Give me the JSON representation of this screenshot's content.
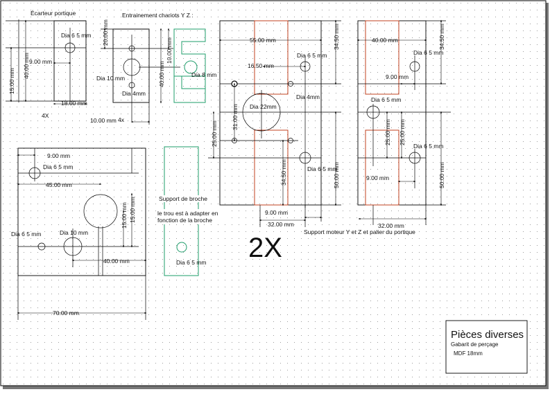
{
  "titles": {
    "ecarteur": "Écarteur portique",
    "entrainement": "Entrainement chariots  Y Z :",
    "support_broche": "Support de broche",
    "note_broche_1": "le trou est à adapter en",
    "note_broche_2": "fonction de la broche",
    "support_moteur": "Support moteur Y et Z  et palier du portique",
    "multiplier_2x": "2X",
    "qty_4x_a": "4X",
    "qty_4x_b": "4x"
  },
  "cartouche": {
    "title": "Pièces diverses",
    "line1": "Gabarit de perçage",
    "line2": "MDF 18mm"
  },
  "dims": {
    "e_dia": "Dia 6 5 mm",
    "e_w9": "9.00 mm",
    "e_h15": "15.00 mm",
    "e_h40": "40.00 mm",
    "e_w18": "18.00 mm",
    "c_h20": "20.00 mm",
    "c_dia10": "Dia 10 mm",
    "c_dia4": "Dia 4mm",
    "c_h40": "40.00 mm",
    "c_h10": "10.00 mm",
    "c_w10": "10.00 mm",
    "c_dia8": "Dia 8 mm",
    "p_w9": "9.00 mm",
    "p_dia_top": "Dia 6 5 mm",
    "p_w45": "45.00 mm",
    "p_h15a": "15.00 mm",
    "p_h15b": "15.00 mm",
    "p_dia_left": "Dia 6 5 mm",
    "p_dia10": "Dia 10 mm",
    "p_w40": "40.00 mm",
    "p_w70": "70.00 mm",
    "s_dia": "Dia 6 5 mm",
    "m_w55": "55.00 mm",
    "m_h34": "34.50 mm",
    "m_dia_top": "Dia 6 5 mm",
    "m_w1650": "16.50 mm",
    "m_dia4": "Dia 4mm",
    "m_dia22": "Dia 22mm",
    "m_h31": "31.00 mm",
    "m_h25": "25.00 mm",
    "m_h3450": "34.50 mm",
    "m_dia_bot": "Dia 6 5 mm",
    "m_h50": "50.00 mm",
    "m_w9": "9.00 mm",
    "m_w32": "32.00 mm",
    "r_w40": "40.00 mm",
    "r_h3450": "34.50 mm",
    "r_dia_a": "Dia 6 5 mm",
    "r_w9a": "9.00 mm",
    "r_dia_b": "Dia 6 5 mm",
    "r_h25a": "25.00 mm",
    "r_h25b": "25.00 mm",
    "r_dia_c": "Dia 6 5 mm",
    "r_w9b": "9.00 mm",
    "r_h50": "50.00 mm",
    "r_w32": "32.00 mm"
  },
  "colors": {
    "background": "#ffffff",
    "grid_dot": "#9a9a9a",
    "ink": "#000000",
    "red_outline": "#c0401f",
    "green_outline": "#1e9c6a"
  }
}
